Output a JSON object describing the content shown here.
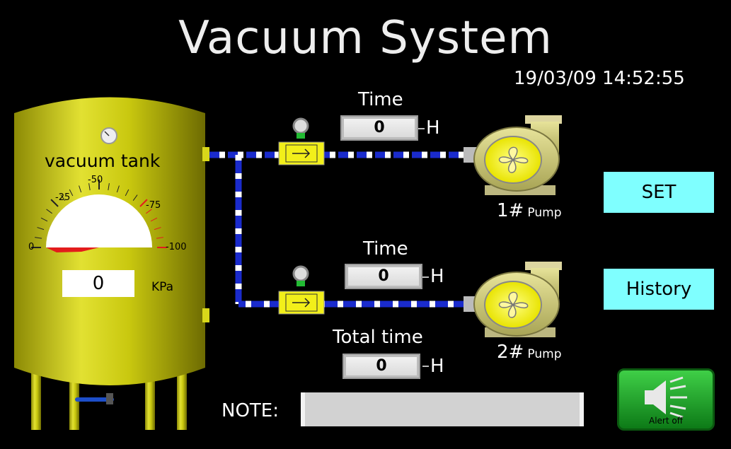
{
  "header": {
    "title": "Vacuum System",
    "datetime": "19/03/09 14:52:55"
  },
  "tank": {
    "label": "vacuum tank",
    "gauge_ticks": [
      "0",
      "-25",
      "-50",
      "-75",
      "-100"
    ],
    "pressure_value": "0",
    "pressure_unit": "KPa",
    "gauge_level": 0
  },
  "pump1": {
    "time_label": "Time",
    "time_value": "0",
    "time_unit": "H",
    "num": "1#",
    "name": "Pump"
  },
  "pump2": {
    "time_label": "Time",
    "time_value": "0",
    "time_unit": "H",
    "num": "2#",
    "name": "Pump"
  },
  "total": {
    "label": "Total time",
    "value": "0",
    "unit": "H"
  },
  "buttons": {
    "set": "SET",
    "history": "History",
    "alert": "Alert off"
  },
  "note": {
    "label": "NOTE:",
    "value": ""
  },
  "colors": {
    "tank": "#c9c80f",
    "pipe": "#1a2bcc",
    "valve": "#f2ef1a",
    "button": "#7fffff",
    "alert": "#1fa52a"
  },
  "icons": {
    "speaker": "speaker-icon",
    "pump": "pump-icon",
    "valve": "valve-icon",
    "gauge": "gauge-icon"
  }
}
